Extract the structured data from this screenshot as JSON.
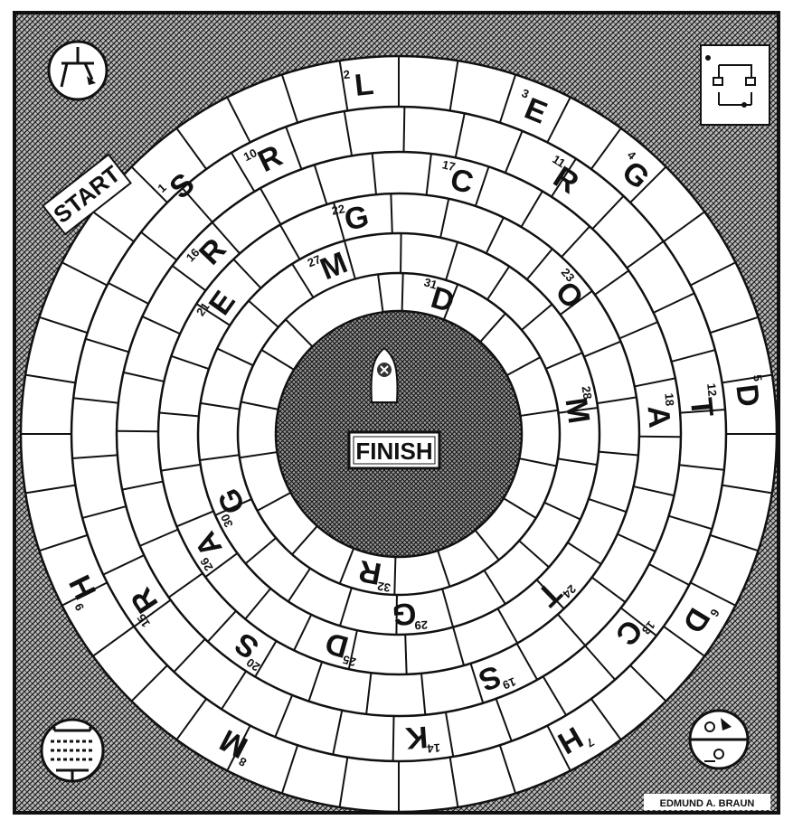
{
  "board": {
    "start_label": "START",
    "finish_label": "FINISH",
    "credit": "EDMUND A. BRAUN",
    "colors": {
      "ink": "#111111",
      "paper": "#ffffff",
      "shade": "#8a8a8a"
    }
  },
  "squares": [
    {
      "n": "1",
      "letter": "S"
    },
    {
      "n": "2",
      "letter": "L"
    },
    {
      "n": "3",
      "letter": "E"
    },
    {
      "n": "4",
      "letter": "G"
    },
    {
      "n": "5",
      "letter": "D"
    },
    {
      "n": "6",
      "letter": "D"
    },
    {
      "n": "7",
      "letter": "H"
    },
    {
      "n": "8",
      "letter": "M"
    },
    {
      "n": "9",
      "letter": "H"
    },
    {
      "n": "10",
      "letter": "R"
    },
    {
      "n": "11",
      "letter": "R"
    },
    {
      "n": "12",
      "letter": "T"
    },
    {
      "n": "13",
      "letter": "C"
    },
    {
      "n": "14",
      "letter": "K"
    },
    {
      "n": "15",
      "letter": "R"
    },
    {
      "n": "16",
      "letter": "R"
    },
    {
      "n": "17",
      "letter": "C"
    },
    {
      "n": "18",
      "letter": "A"
    },
    {
      "n": "19",
      "letter": "S"
    },
    {
      "n": "20",
      "letter": "S"
    },
    {
      "n": "21",
      "letter": "E"
    },
    {
      "n": "22",
      "letter": "G"
    },
    {
      "n": "23",
      "letter": "O"
    },
    {
      "n": "24",
      "letter": "T"
    },
    {
      "n": "25",
      "letter": "D"
    },
    {
      "n": "26",
      "letter": "A"
    },
    {
      "n": "27",
      "letter": "M"
    },
    {
      "n": "28",
      "letter": "M"
    },
    {
      "n": "29",
      "letter": "G"
    },
    {
      "n": "30",
      "letter": "G"
    },
    {
      "n": "31",
      "letter": "D"
    },
    {
      "n": "32",
      "letter": "R"
    }
  ],
  "corner_symbols": [
    {
      "name": "triode-symbol-icon"
    },
    {
      "name": "circuit-diagram-icon"
    },
    {
      "name": "pentode-tube-icon"
    },
    {
      "name": "tube-socket-icon"
    }
  ]
}
